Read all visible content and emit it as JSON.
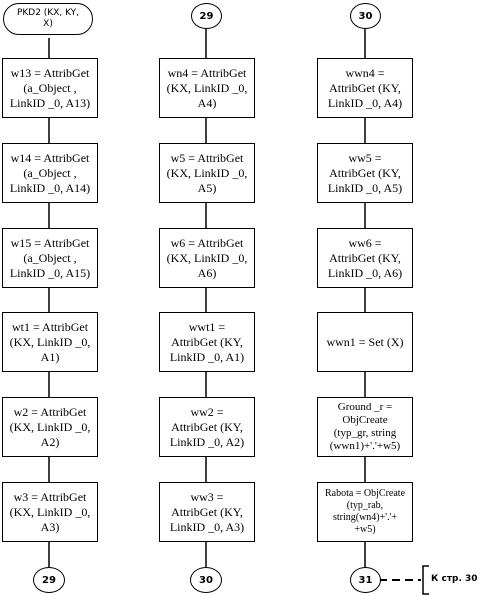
{
  "start": "PKD2 (KX, KY,\nX)",
  "columns": [
    {
      "top_connector": "",
      "blocks": [
        "w13 = AttribGet\n(a_Object ,\nLinkID _0, A13)",
        "w14 = AttribGet\n(a_Object ,\nLinkID _0, A14)",
        "w15 = AttribGet\n(a_Object ,\nLinkID _0, A15)",
        "wt1 = AttribGet\n(KX, LinkID _0,\nA1)",
        "w2 = AttribGet\n(KX, LinkID _0,\nA2)",
        "w3 = AttribGet\n(KX, LinkID _0,\nA3)"
      ],
      "bottom_connector": "29"
    },
    {
      "top_connector": "29",
      "blocks": [
        "wn4 = AttribGet\n(KX, LinkID _0,\nA4)",
        "w5 = AttribGet\n(KX, LinkID _0,\nA5)",
        "w6 = AttribGet\n(KX, LinkID _0,\nA6)",
        "wwt1 =\nAttribGet  (KY,\nLinkID _0, A1)",
        "ww2 =\nAttribGet  (KY,\nLinkID _0, A2)",
        "ww3 =\nAttribGet  (KY,\nLinkID _0, A3)"
      ],
      "bottom_connector": "30"
    },
    {
      "top_connector": "30",
      "blocks": [
        "wwn4 =\nAttribGet  (KY,\nLinkID _0, A4)",
        "ww5 =\nAttribGet  (KY,\nLinkID _0, A5)",
        "ww6 =\nAttribGet  (KY,\nLinkID _0, A6)",
        "wwn1 = Set (X)",
        "Ground _r =\nObjCreate\n(typ_gr, string\n(wwn1)+'.'+w5)",
        "Rabota = ObjCreate\n(typ_rab,\nstring(wn4)+'.'+\n+w5)"
      ],
      "bottom_connector": "31"
    }
  ],
  "page_reference": "К стр. 30"
}
